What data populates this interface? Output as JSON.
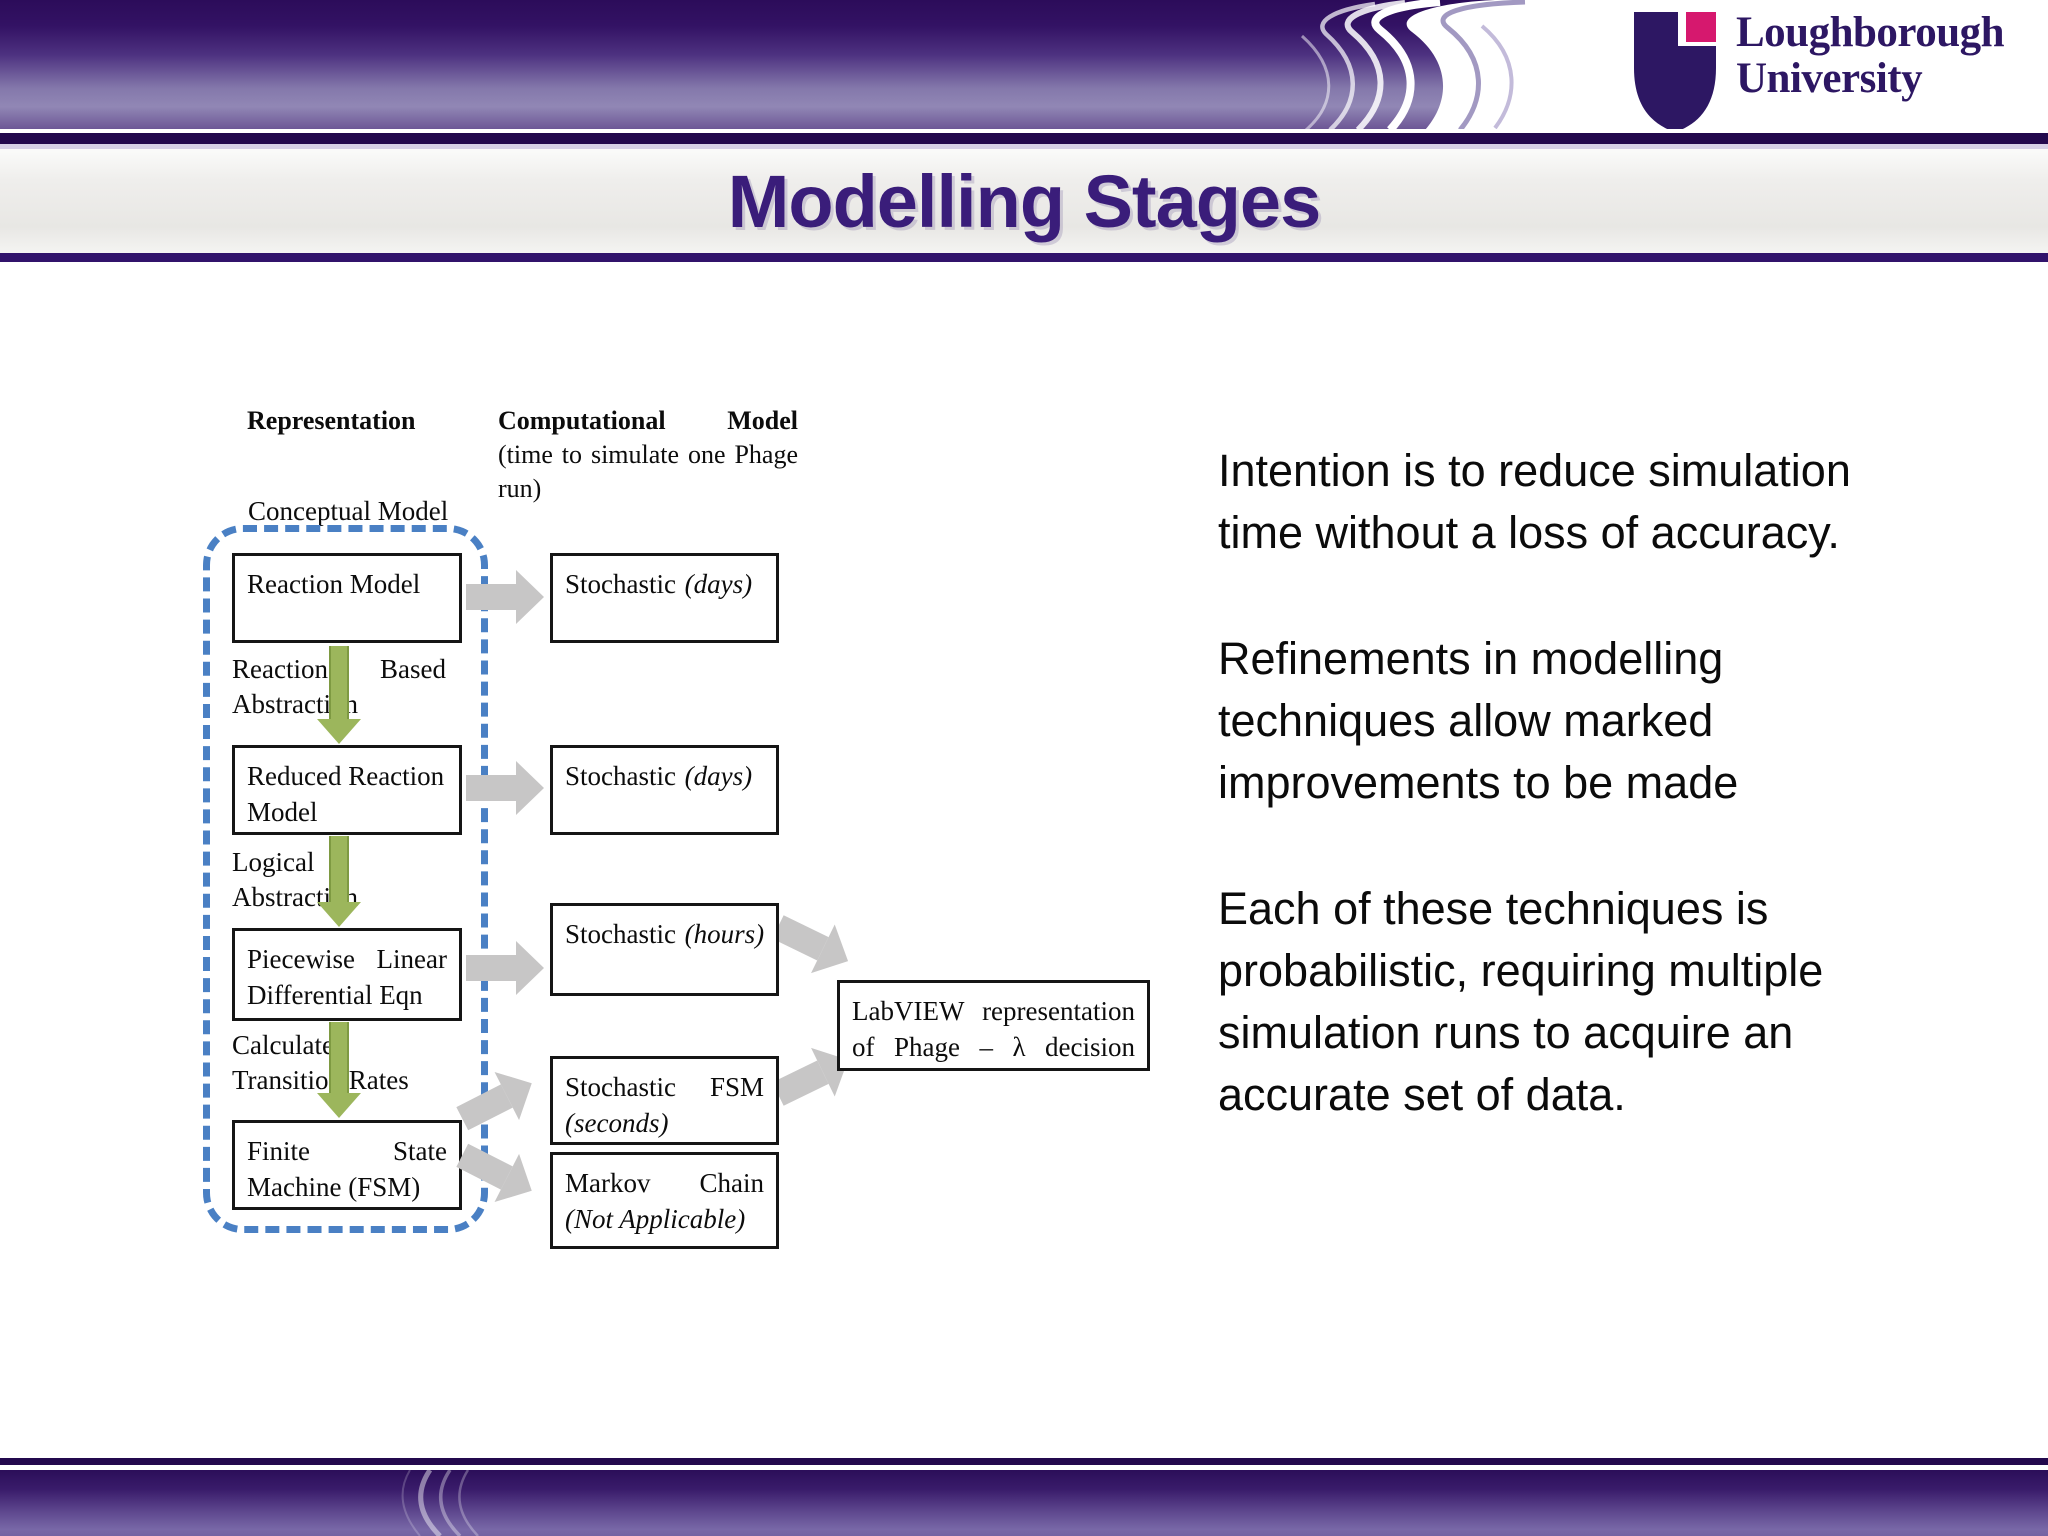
{
  "title": "Modelling Stages",
  "header": {
    "logo_line1": "Loughborough",
    "logo_line2": "University"
  },
  "diagram": {
    "col1_header": "Representation",
    "col2_header_bold": "Computational Model",
    "col2_header_tail": " (time to simulate one Phage run)",
    "conceptual_label": "Conceptual Model",
    "stage_boxes": {
      "reaction_model": "Reaction Model",
      "reduced_row1": "Reduced Reaction",
      "reduced_row2": "Model",
      "piecewise_row1": "Piecewise Linear",
      "piecewise_row2": "Differential Eqn",
      "fsm_row1": "Finite State",
      "fsm_row2": "Machine (FSM)"
    },
    "transition_labels": {
      "reaction_based_row1": "Reaction Based",
      "reaction_based_row2": "Abstraction",
      "logical_row1": "Logical",
      "logical_row2": "Abstraction",
      "calculate_row1": "Calculate",
      "calculate_row2": "Transition Rates"
    },
    "model_boxes": {
      "stoch_days1_normal": "Stochastic",
      "stoch_days1_italic": "(days)",
      "stoch_days2_normal": "Stochastic",
      "stoch_days2_italic": "(days)",
      "stoch_hours_normal": "Stochastic",
      "stoch_hours_italic": "(hours)",
      "stoch_fsm_row1": "Stochastic FSM",
      "stoch_fsm_row2_italic": "(seconds)",
      "markov_row1": "Markov Chain",
      "markov_row2_italic": "(Not Applicable)"
    },
    "labview_row1": "LabVIEW representation",
    "labview_row2": "of Phage – λ decision"
  },
  "content": {
    "paragraphs": [
      "Intention is to reduce simulation time without a loss of accuracy.",
      "Refinements in modelling techniques allow marked improvements to be made",
      "Each of these techniques is probabilistic, requiring multiple simulation runs to acquire an accurate set of data."
    ]
  },
  "colors": {
    "brand_purple": "#2d1763",
    "brand_pink": "#d6186e",
    "title_purple": "#3a1d7a",
    "dashed_blue": "#4a80c4",
    "arrow_green": "#9cb65c",
    "arrow_gray": "#c7c6c6"
  }
}
